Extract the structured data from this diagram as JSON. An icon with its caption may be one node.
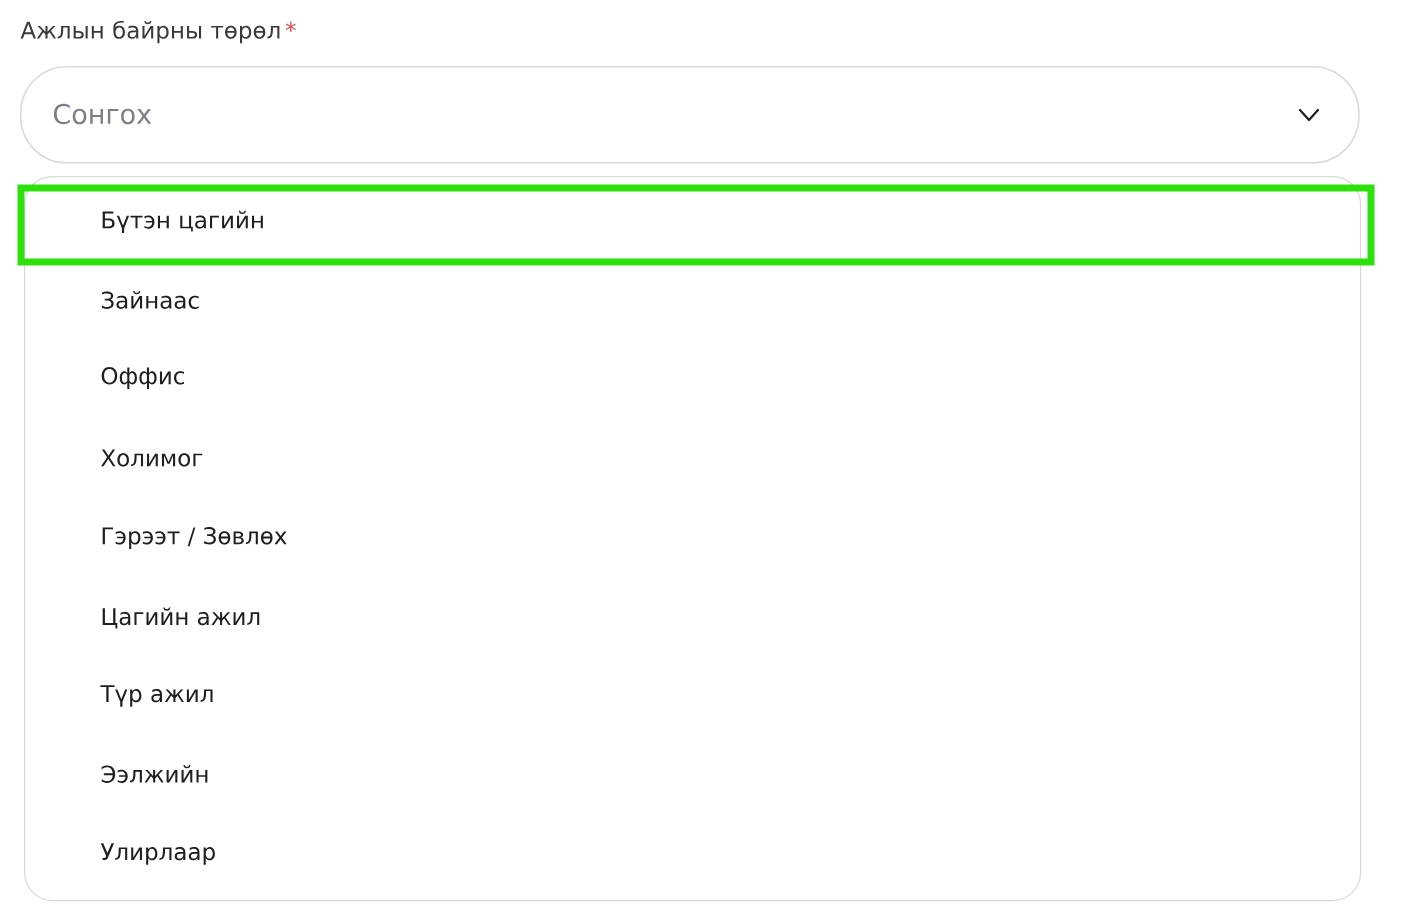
{
  "diagram": {
    "nodes": [
      {
        "text": [
          "Сонгох"
        ]
      },
      {
        "text": [],
        "shape": "box"
      },
      {
        "text": [
          "Бүтэн цагийн"
        ],
        "in": 1
      },
      {
        "text": [
          "Зайнаас"
        ],
        "in": 1
      },
      {
        "text": [
          "Оффис"
        ],
        "in": 1
      },
      {
        "text": [
          "Холимог"
        ],
        "in": 1
      },
      {
        "text": [
          "Гэрээт / Зөвлөх"
        ],
        "in": 1
      },
      {
        "text": [
          "Цагийн ажил"
        ],
        "in": 1
      },
      {
        "text": [
          "Түр ажил"
        ],
        "in": 1
      },
      {
        "text": [
          "Ээлжийн"
        ],
        "in": 1
      },
      {
        "text": [
          "Улирлаар"
        ],
        "in": 1
      }
    ],
    "labels": [
      "Ажлын байрны төрөл",
      "*"
    ]
  }
}
